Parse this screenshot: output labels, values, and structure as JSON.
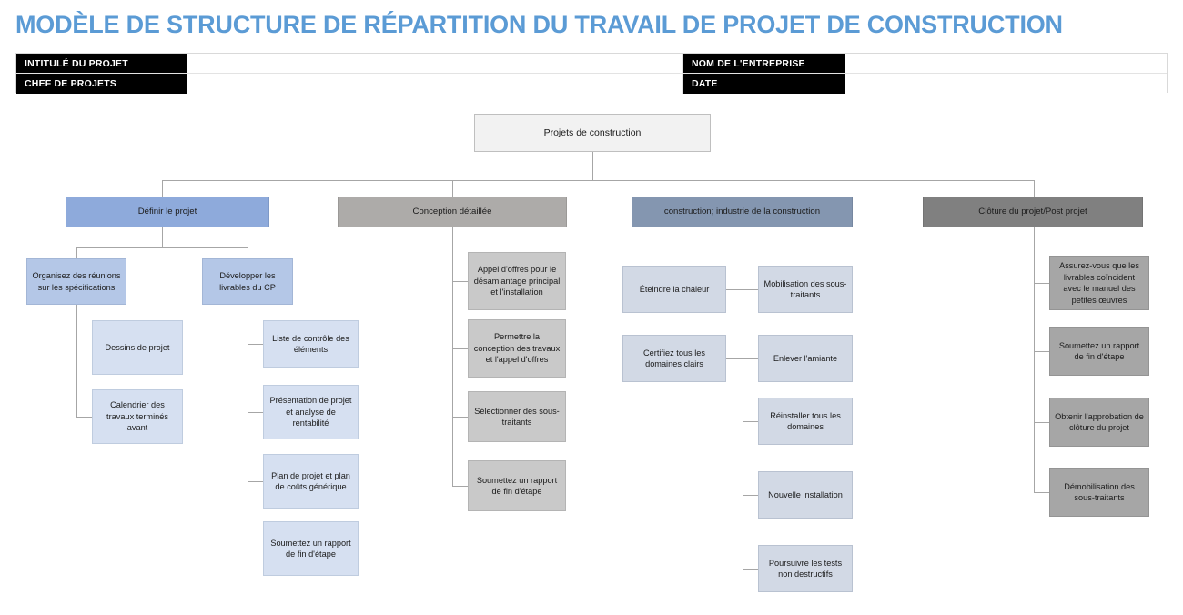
{
  "title": "MODÈLE DE STRUCTURE DE RÉPARTITION DU TRAVAIL DE PROJET DE CONSTRUCTION",
  "info": {
    "rows": [
      {
        "label_left": "INTITULÉ DU PROJET",
        "value_left": "",
        "label_right": "NOM DE L'ENTREPRISE",
        "value_right": ""
      },
      {
        "label_left": "CHEF DE PROJETS",
        "value_left": "",
        "label_right": "DATE",
        "value_right": ""
      }
    ]
  },
  "chart_data": {
    "type": "diagram",
    "diagram_kind": "work-breakdown-structure",
    "title": "MODÈLE DE STRUCTURE DE RÉPARTITION DU TRAVAIL DE PROJET DE CONSTRUCTION",
    "root": "Projets de construction",
    "colors": {
      "title": "#5B9BD5",
      "root_box": "#F2F2F2",
      "phase1": "#8EAADB",
      "phase2": "#ADABA9",
      "phase3": "#8496B0",
      "phase4": "#808080",
      "connector": "#A6A6A6"
    },
    "phases": [
      {
        "label": "Définir le projet",
        "color": "#8EAADB",
        "children": [
          {
            "label": "Organisez des réunions sur les spécifications",
            "color": "#B4C7E7",
            "children": [
              {
                "label": "Dessins de projet",
                "color": "#D6E0F1"
              },
              {
                "label": "Calendrier des travaux terminés avant",
                "color": "#D6E0F1"
              }
            ]
          },
          {
            "label": "Développer les livrables du CP",
            "color": "#B4C7E7",
            "children": [
              {
                "label": "Liste de contrôle des éléments",
                "color": "#D6E0F1"
              },
              {
                "label": "Présentation de projet et analyse de rentabilité",
                "color": "#D6E0F1"
              },
              {
                "label": "Plan de projet et plan de coûts générique",
                "color": "#D6E0F1"
              },
              {
                "label": "Soumettez un rapport de fin d'étape",
                "color": "#D6E0F1"
              }
            ]
          }
        ]
      },
      {
        "label": "Conception détaillée",
        "color": "#ADABA9",
        "children": [
          {
            "label": "Appel d'offres pour le désamiantage principal et l'installation",
            "color": "#C9C9C9"
          },
          {
            "label": "Permettre la conception des travaux et l'appel d'offres",
            "color": "#C9C9C9"
          },
          {
            "label": "Sélectionner des sous-traitants",
            "color": "#C9C9C9"
          },
          {
            "label": "Soumettez un rapport de fin d'étape",
            "color": "#C9C9C9"
          }
        ]
      },
      {
        "label": "construction; industrie de la construction",
        "color": "#8496B0",
        "children_left": [
          {
            "label": "Éteindre la chaleur",
            "color": "#D2D9E5"
          },
          {
            "label": "Certifiez tous les domaines clairs",
            "color": "#D2D9E5"
          }
        ],
        "children_right": [
          {
            "label": "Mobilisation des sous-traitants",
            "color": "#D2D9E5"
          },
          {
            "label": "Enlever l'amiante",
            "color": "#D2D9E5"
          },
          {
            "label": "Réinstaller tous les domaines",
            "color": "#D2D9E5"
          },
          {
            "label": "Nouvelle installation",
            "color": "#D2D9E5"
          },
          {
            "label": "Poursuivre les tests non destructifs",
            "color": "#D2D9E5"
          }
        ]
      },
      {
        "label": "Clôture du projet/Post projet",
        "color": "#808080",
        "children": [
          {
            "label": "Assurez-vous que les livrables coïncident avec le manuel des petites œuvres",
            "color": "#A6A6A6"
          },
          {
            "label": "Soumettez un rapport de fin d'étape",
            "color": "#A6A6A6"
          },
          {
            "label": "Obtenir l'approbation de clôture du projet",
            "color": "#A6A6A6"
          },
          {
            "label": "Démobilisation des sous-traitants",
            "color": "#A6A6A6"
          }
        ]
      }
    ]
  }
}
